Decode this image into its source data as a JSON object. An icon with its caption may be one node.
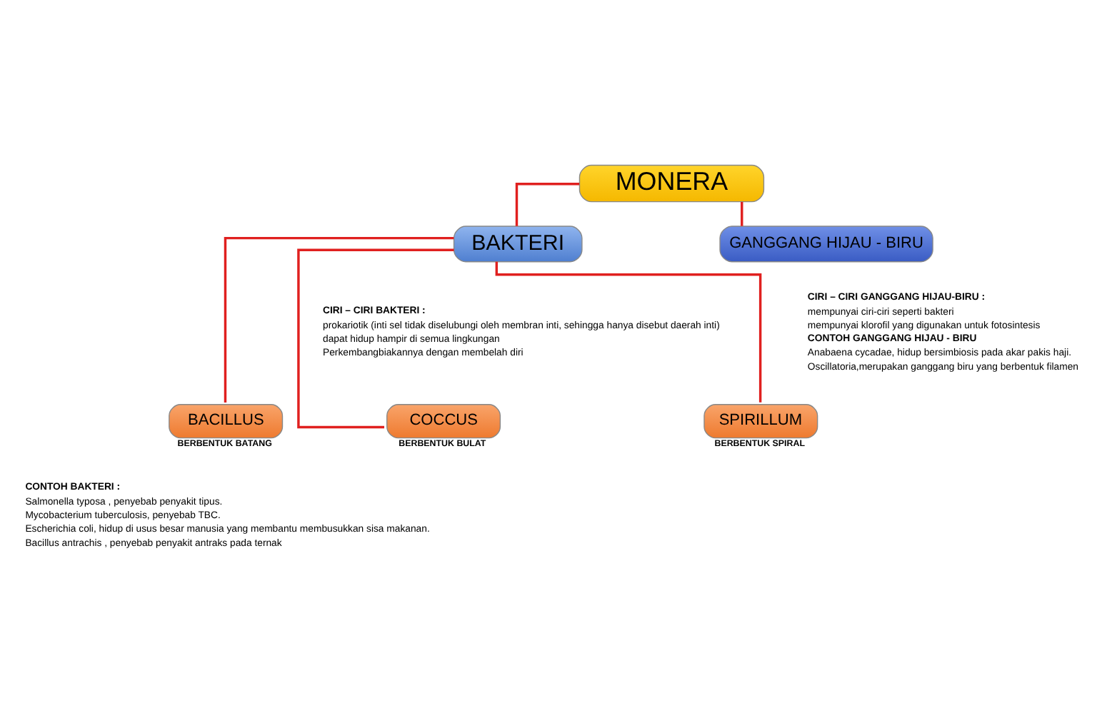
{
  "diagram": {
    "nodes": [
      {
        "text": [
          "MONERA"
        ]
      },
      {
        "text": [
          "BAKTERI"
        ]
      },
      {
        "text": [
          "GANGGANG HIJAU - BIRU"
        ]
      },
      {
        "text": [
          "BACILLUS"
        ],
        "beside": [
          "BERBENTUK BATANG"
        ]
      },
      {
        "text": [
          "COCCUS"
        ],
        "beside": [
          "BERBENTUK BULAT"
        ]
      },
      {
        "text": [
          "SPIRILLUM"
        ],
        "beside": [
          "BERBENTUK SPIRAL"
        ]
      }
    ],
    "edges": [
      {
        "from": 0,
        "to": 1,
        "arrow": "none"
      },
      {
        "from": 0,
        "to": 2,
        "arrow": "none"
      },
      {
        "from": 1,
        "to": 3,
        "arrow": "none"
      },
      {
        "from": 1,
        "to": 4,
        "arrow": "none"
      },
      {
        "from": 1,
        "to": 5,
        "arrow": "none"
      }
    ],
    "labels": [
      "CIRI – CIRI BAKTERI :",
      "prokariotik (inti sel tidak diselubungi oleh membran inti, sehingga hanya disebut daerah inti)",
      "dapat hidup hampir di semua lingkungan",
      "Perkembangbiakannya dengan membelah diri",
      "CIRI – CIRI GANGGANG HIJAU-BIRU :",
      "mempunyai ciri-ciri seperti bakteri",
      "mempunyai klorofil yang digunakan untuk fotosintesis",
      "CONTOH GANGGANG HIJAU - BIRU",
      "Anabaena cycadae, hidup bersimbiosis pada akar pakis haji.",
      "Oscillatoria,merupakan ganggang biru yang berbentuk filamen",
      "CONTOH BAKTERI :",
      "Salmonella typosa , penyebab penyakit tipus.",
      "Mycobacterium tuberculosis, penyebab TBC.",
      "Escherichia coli, hidup di usus besar manusia yang membantu membusukkan sisa makanan.",
      "Bacillus antrachis , penyebab penyakit antraks pada ternak"
    ]
  }
}
